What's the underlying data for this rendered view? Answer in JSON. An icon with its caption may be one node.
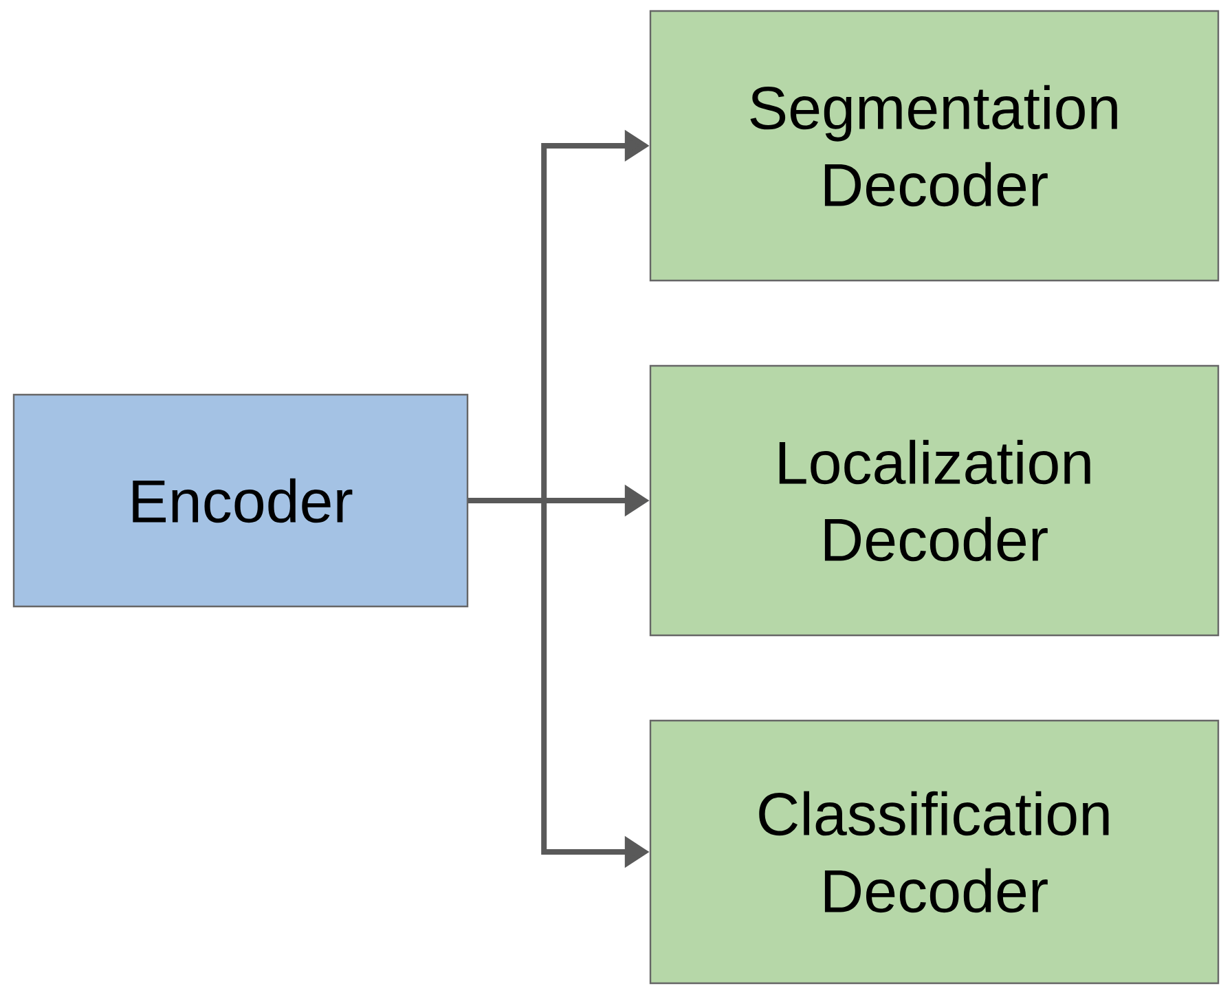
{
  "diagram": {
    "nodes": [
      {
        "text": [
          "Encoder"
        ]
      },
      {
        "text": [
          "Segmentation Decoder"
        ]
      },
      {
        "text": [
          "Localization Decoder"
        ]
      },
      {
        "text": [
          "Classification Decoder"
        ]
      }
    ],
    "edges": [
      {
        "from": 0,
        "to": 1,
        "arrow": "to"
      },
      {
        "from": 0,
        "to": 2,
        "arrow": "to"
      },
      {
        "from": 0,
        "to": 3,
        "arrow": "to"
      }
    ]
  }
}
